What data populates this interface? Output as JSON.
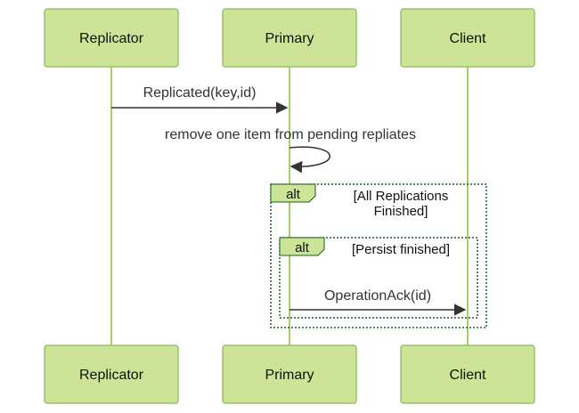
{
  "diagram": {
    "type": "sequence",
    "colors": {
      "actor_fill": "#cde498",
      "actor_stroke": "#96c36c",
      "lifeline": "#a8cf6c",
      "arrow": "#333333",
      "alt_border": "#1b5e20"
    },
    "actors": [
      {
        "id": "replicator",
        "label": "Replicator"
      },
      {
        "id": "primary",
        "label": "Primary"
      },
      {
        "id": "client",
        "label": "Client"
      }
    ],
    "messages": [
      {
        "from": "replicator",
        "to": "primary",
        "label": "Replicated(key,id)"
      },
      {
        "from": "primary",
        "to": "primary",
        "label": "remove one item from pending repliates"
      },
      {
        "from": "primary",
        "to": "client",
        "label": "OperationAck(id)"
      }
    ],
    "fragments": [
      {
        "keyword": "alt",
        "condition_line1": "[All Replications",
        "condition_line2": "Finished]"
      },
      {
        "keyword": "alt",
        "condition": "[Persist finished]"
      }
    ]
  }
}
